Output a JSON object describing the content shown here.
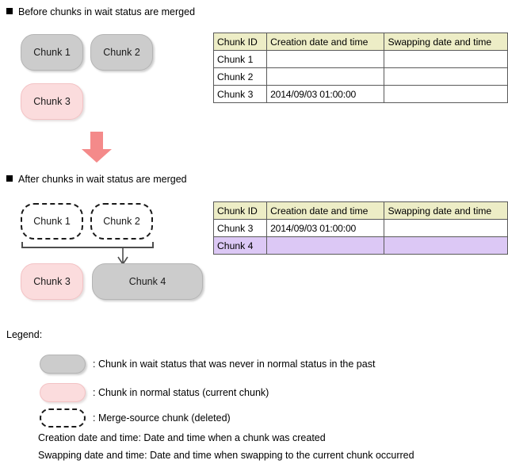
{
  "colors": {
    "chunk_wait_fill": "#cccccc",
    "chunk_normal_fill": "#fbdcdd",
    "merge_source_fill": "#ffffff",
    "table_header_fill": "#ededc6",
    "table_highlight_row_fill": "#dcc8f5",
    "arrow_fill": "#f48a8a",
    "connector_stroke": "#4d4d4d"
  },
  "sections": {
    "before": {
      "heading": "Before chunks in wait status are merged",
      "chunks": [
        {
          "label": "Chunk 1",
          "style": "wait"
        },
        {
          "label": "Chunk 2",
          "style": "wait"
        },
        {
          "label": "Chunk 3",
          "style": "normal"
        }
      ],
      "table": {
        "headers": [
          "Chunk ID",
          "Creation date and time",
          "Swapping date and time"
        ],
        "rows": [
          {
            "id": "Chunk 1",
            "creation": "",
            "swapping": "",
            "highlight": false
          },
          {
            "id": "Chunk 2",
            "creation": "",
            "swapping": "",
            "highlight": false
          },
          {
            "id": "Chunk 3",
            "creation": "2014/09/03  01:00:00",
            "swapping": "",
            "highlight": false
          }
        ]
      }
    },
    "after": {
      "heading": "After chunks in wait status are merged",
      "chunks": [
        {
          "label": "Chunk 1",
          "style": "merge-source"
        },
        {
          "label": "Chunk 2",
          "style": "merge-source"
        },
        {
          "label": "Chunk 3",
          "style": "normal"
        },
        {
          "label": "Chunk 4",
          "style": "wait"
        }
      ],
      "table": {
        "headers": [
          "Chunk ID",
          "Creation date and time",
          "Swapping date and time"
        ],
        "rows": [
          {
            "id": "Chunk 3",
            "creation": "2014/09/03  01:00:00",
            "swapping": "",
            "highlight": false
          },
          {
            "id": "Chunk 4",
            "creation": "",
            "swapping": "",
            "highlight": true
          }
        ]
      }
    }
  },
  "legend": {
    "title": "Legend:",
    "items": [
      {
        "swatch": "gray",
        "text": ": Chunk in wait status that was never in normal status in the past"
      },
      {
        "swatch": "pink",
        "text": ": Chunk in normal status (current chunk)"
      },
      {
        "swatch": "dashed",
        "text": ": Merge-source chunk (deleted)"
      }
    ],
    "notes": [
      "Creation date and time: Date and time when a chunk was created",
      "Swapping date and time: Date and time when swapping to the current chunk occurred"
    ]
  }
}
